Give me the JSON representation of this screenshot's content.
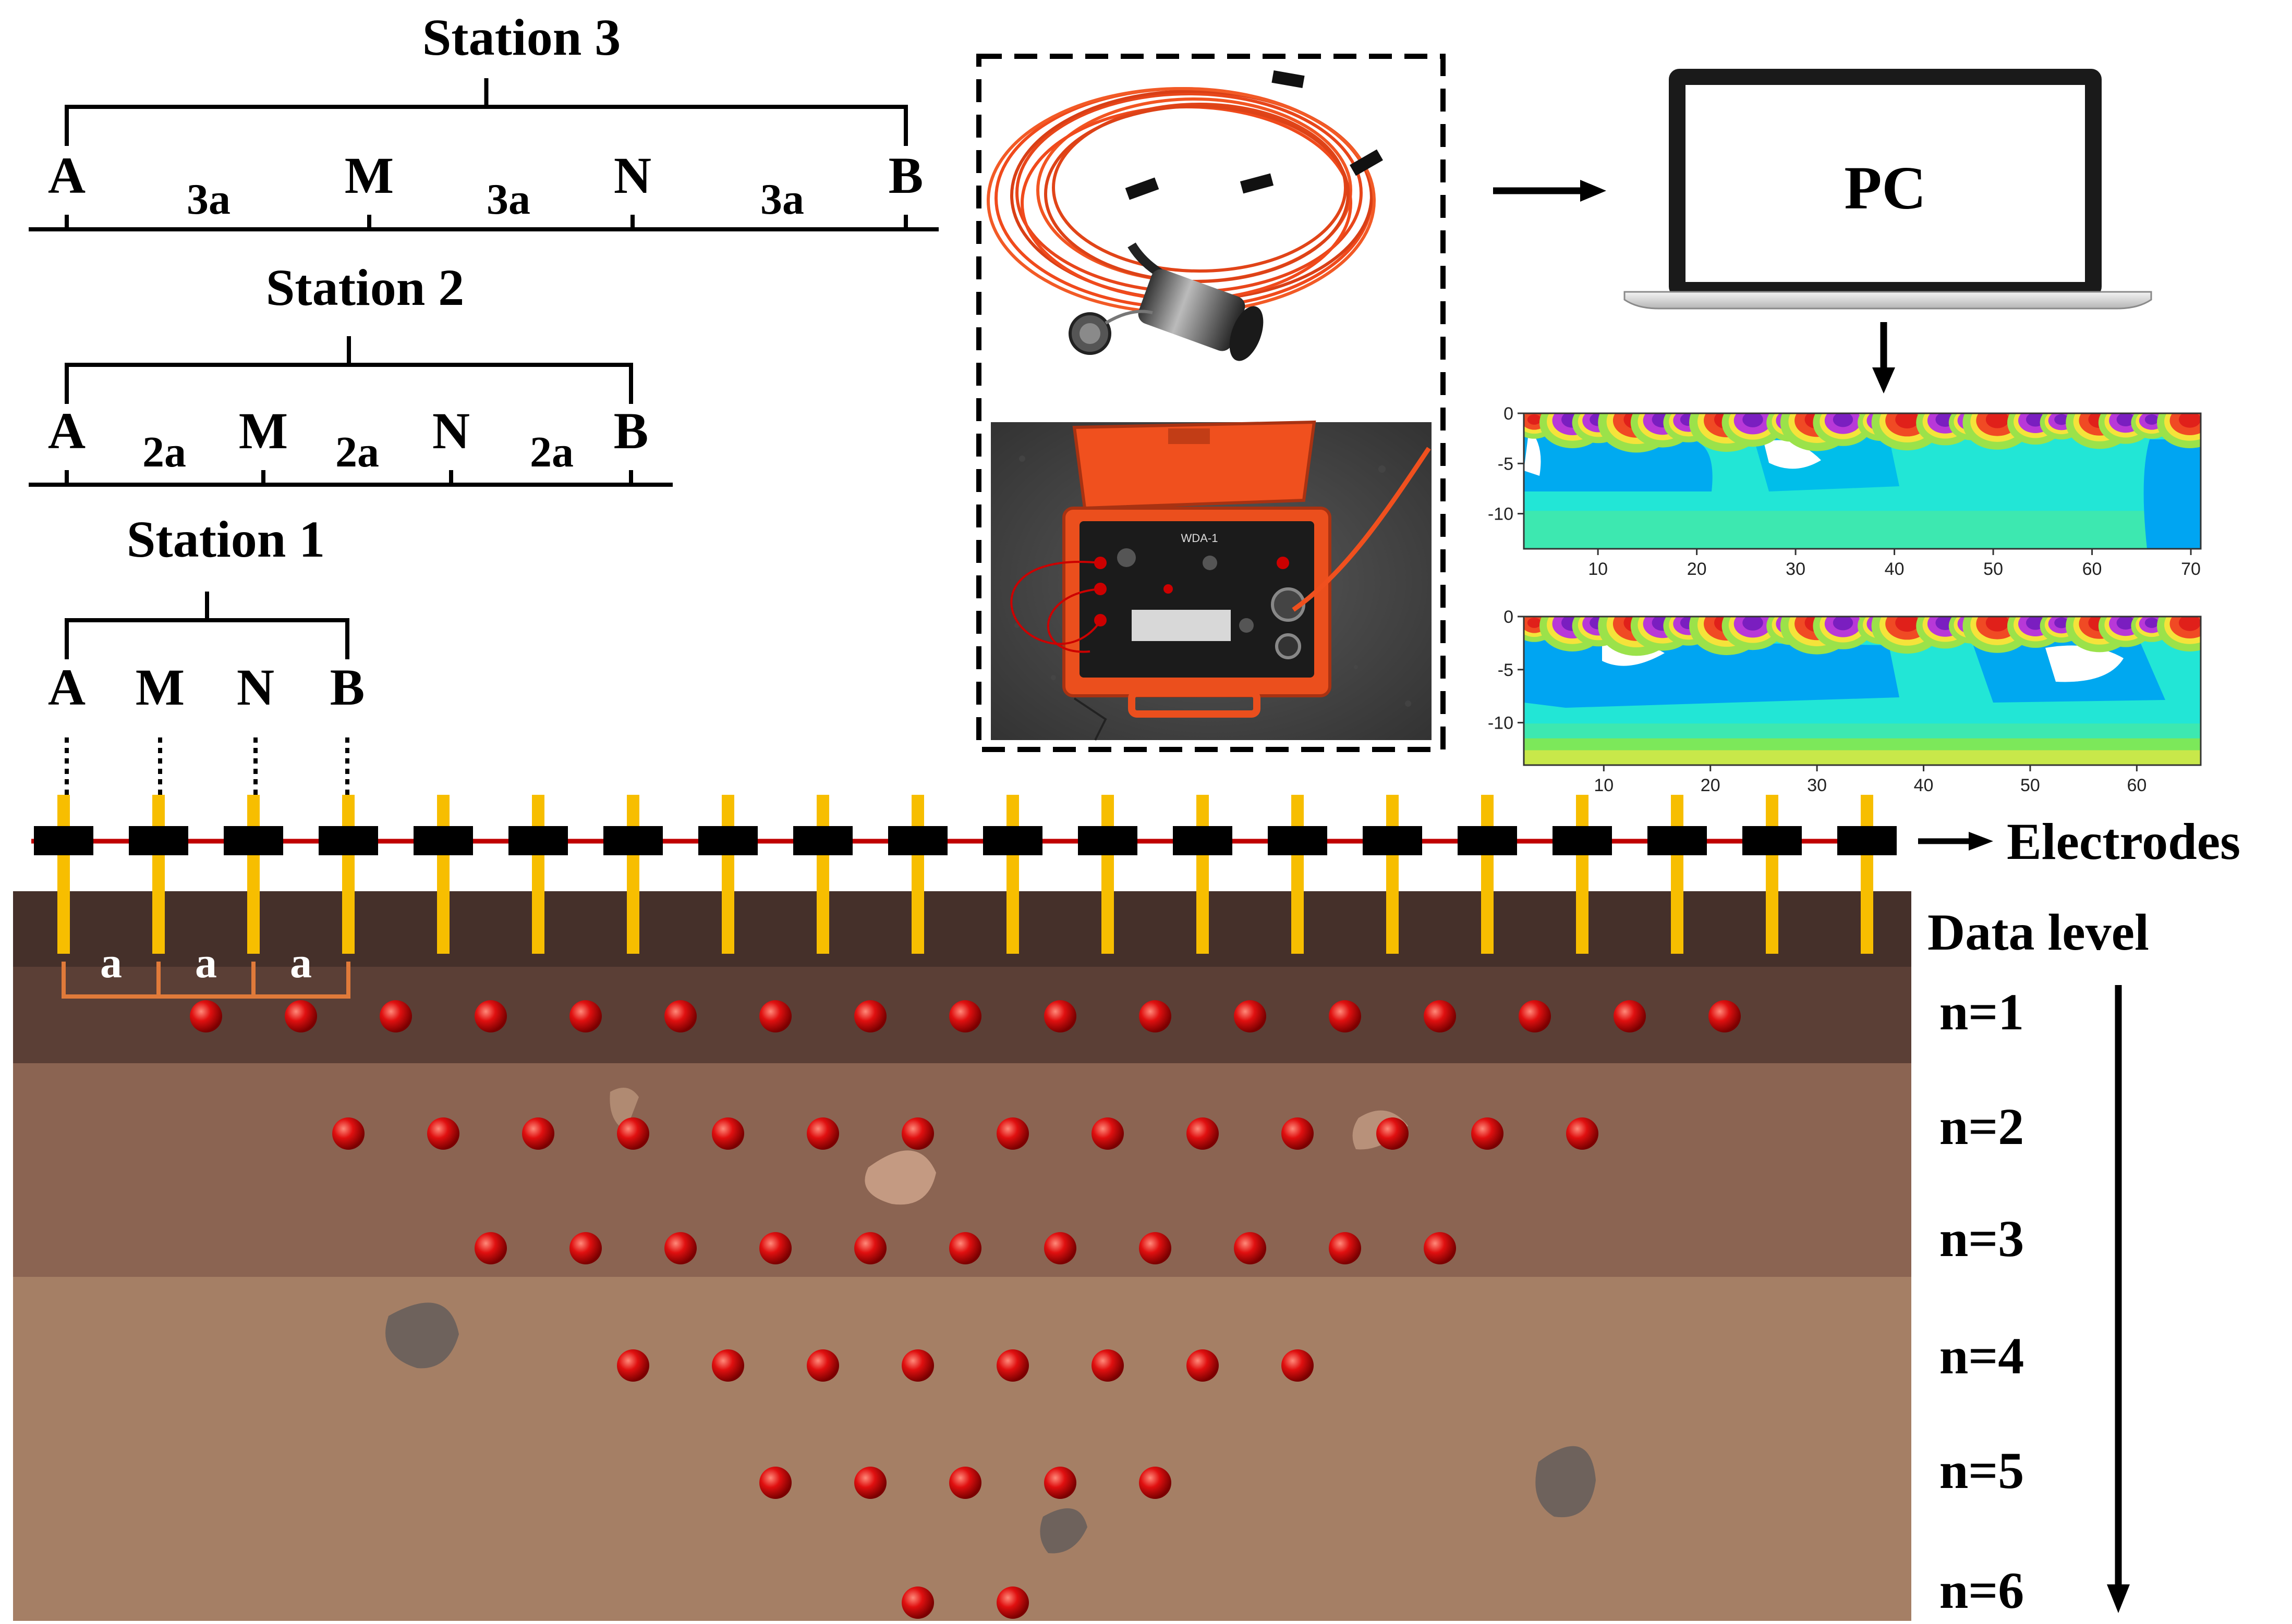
{
  "stations": [
    {
      "title": "Station 3",
      "electrodes": [
        "A",
        "M",
        "N",
        "B"
      ],
      "spacings": [
        "3a",
        "3a",
        "3a"
      ]
    },
    {
      "title": "Station 2",
      "electrodes": [
        "A",
        "M",
        "N",
        "B"
      ],
      "spacings": [
        "2a",
        "2a",
        "2a"
      ]
    },
    {
      "title": "Station 1",
      "electrodes": [
        "A",
        "M",
        "N",
        "B"
      ],
      "spacings": [
        "a",
        "a",
        "a"
      ]
    }
  ],
  "pc_label": "PC",
  "electrodes_label": "Electrodes",
  "data_level_label": "Data level",
  "data_levels": [
    {
      "label": "n=1",
      "points": 17
    },
    {
      "label": "n=2",
      "points": 14
    },
    {
      "label": "n=3",
      "points": 11
    },
    {
      "label": "n=4",
      "points": 8
    },
    {
      "label": "n=5",
      "points": 5
    },
    {
      "label": "n=6",
      "points": 2
    }
  ],
  "electrode_count": 20,
  "sections": [
    {
      "y_ticks": [
        "0",
        "-5",
        "-10"
      ],
      "x_ticks": [
        "10",
        "20",
        "30",
        "40",
        "50",
        "60",
        "70"
      ]
    },
    {
      "y_ticks": [
        "0",
        "-5",
        "-10"
      ],
      "x_ticks": [
        "10",
        "20",
        "30",
        "40",
        "50",
        "60"
      ]
    }
  ],
  "instrument_label": "WDA-1",
  "colors": {
    "soil_top": "#45302A",
    "soil_mid1": "#5B3F36",
    "soil_mid2": "#8B6452",
    "soil_low": "#A57F65",
    "electrode_rod": "#F7BE00",
    "cable": "#C00000",
    "datapoint": "#E00000",
    "bracket": "#E07A3A",
    "cable_orange": "#F04A1C"
  }
}
